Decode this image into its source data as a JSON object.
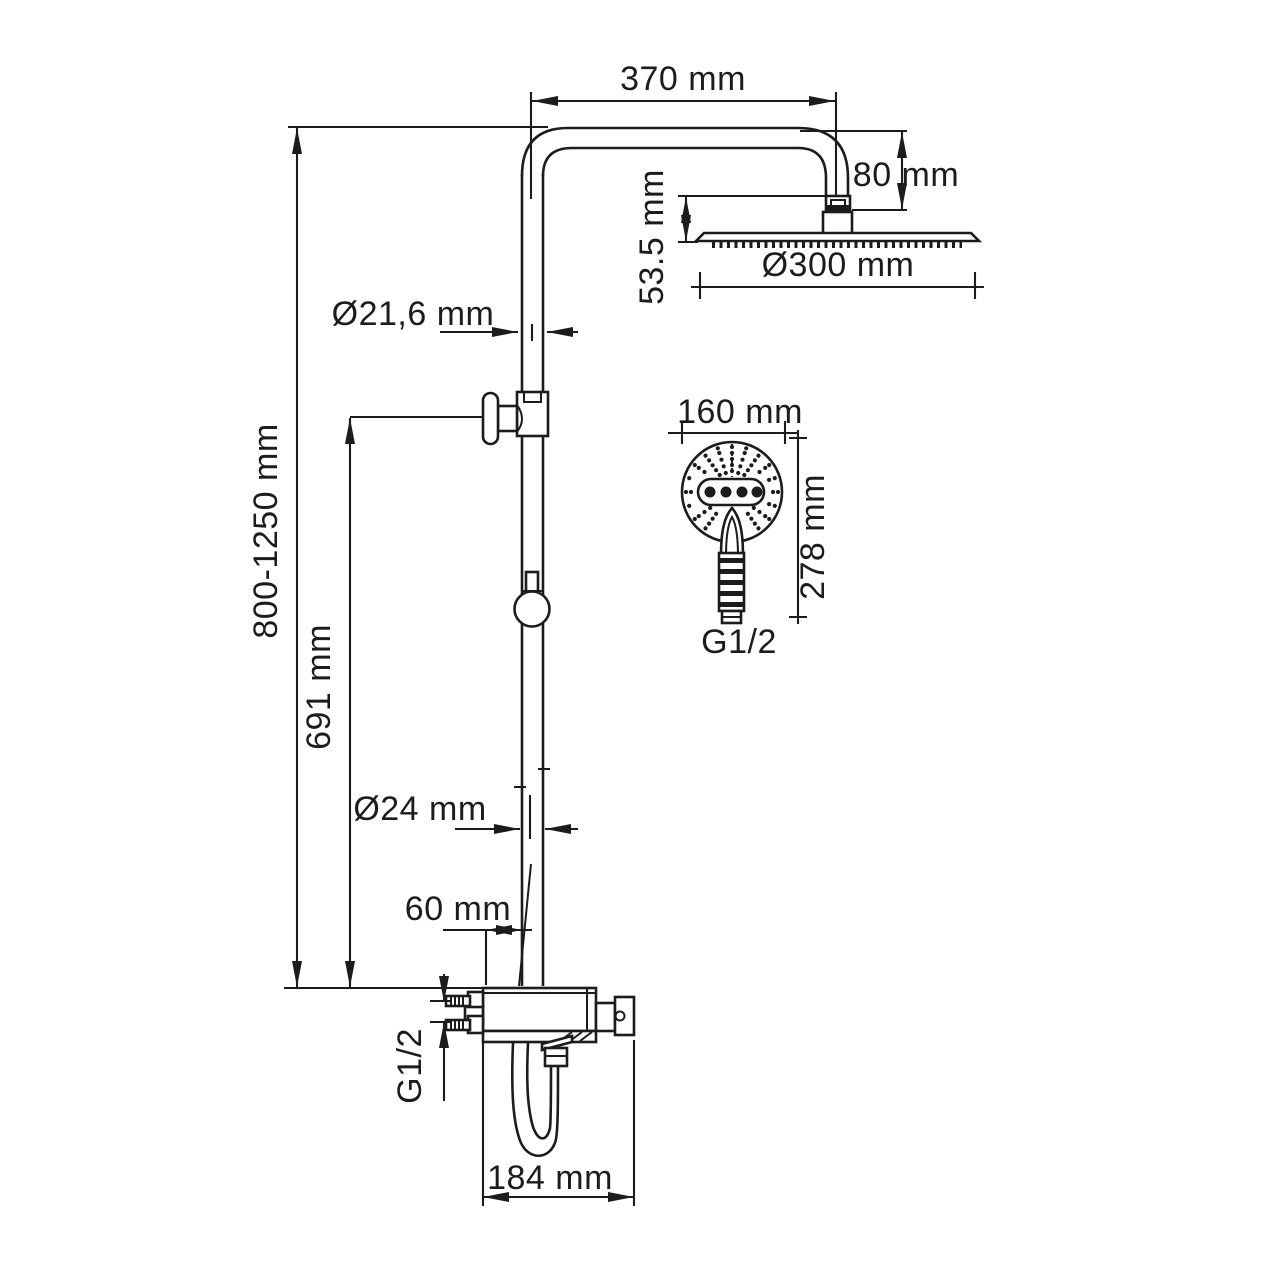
{
  "drawing": {
    "background": "#ffffff",
    "line_color": "#1c1c1c",
    "labels": {
      "arm_length": "370 mm",
      "head_offset": "80 mm",
      "head_thickness": "53.5 mm",
      "head_diameter": "Ø300 mm",
      "upper_pipe_diameter": "Ø21,6 mm",
      "total_height": "800-1250 mm",
      "bracket_height": "691 mm",
      "lower_pipe_diameter": "Ø24 mm",
      "mixer_offset": "60 mm",
      "mixer_width": "184 mm",
      "mixer_thread": "G1/2",
      "handshower_width": "160 mm",
      "handshower_length": "278 mm",
      "handshower_thread": "G1/2"
    }
  }
}
